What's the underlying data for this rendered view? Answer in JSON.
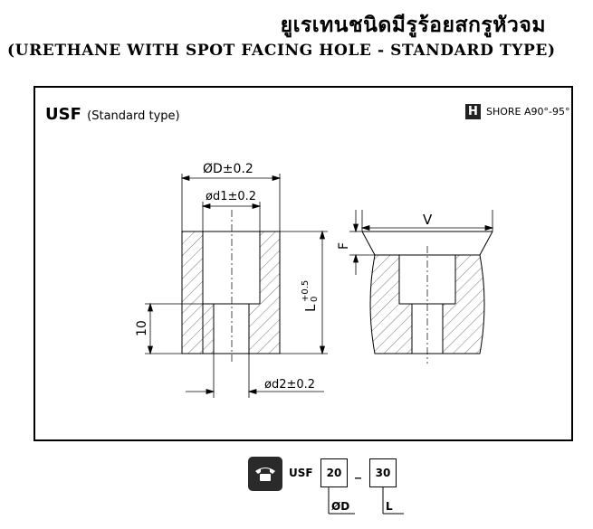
{
  "header": {
    "title_thai": "ยูเรเทนชนิดมีรูร้อยสกรูหัวจม",
    "title_en": "(URETHANE WITH SPOT FACING HOLE - STANDARD TYPE)"
  },
  "product": {
    "code": "USF",
    "subtitle": "(Standard type)",
    "hardness_icon": "H",
    "hardness_text": "SHORE A90°-95°"
  },
  "dimensions": {
    "D": "ØD±0.2",
    "d1": "ød1±0.2",
    "d2": "ød2±0.2",
    "L": "L",
    "L_tol_upper": "+0.5",
    "L_tol_lower": "0",
    "h": "10",
    "F": "F",
    "V": "V"
  },
  "ordering": {
    "icon": "telephone-icon",
    "code": "USF",
    "value_1": "20",
    "separator": "_",
    "value_2": "30",
    "label_1": "ØD",
    "label_2": "L"
  },
  "colors": {
    "line": "#000000",
    "icon_bg": "#2a2a2a"
  }
}
